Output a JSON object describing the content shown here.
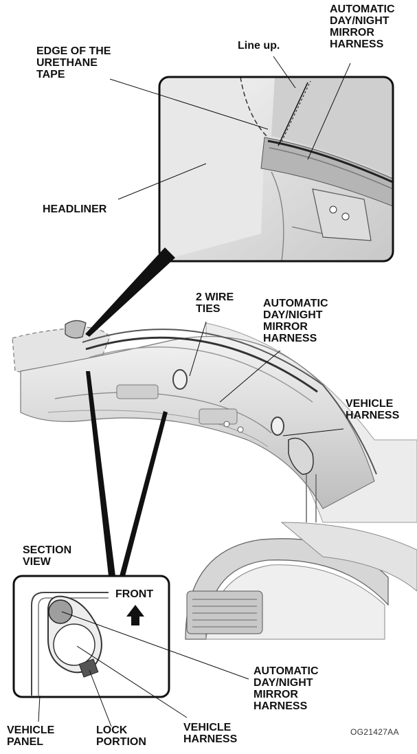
{
  "labels": {
    "top_harness": "AUTOMATIC\nDAY/NIGHT\nMIRROR\nHARNESS",
    "line_up": "Line up.",
    "edge_tape": "EDGE OF THE\nURETHANE\nTAPE",
    "headliner": "HEADLINER",
    "wire_ties": "2 WIRE\nTIES",
    "mid_harness": "AUTOMATIC\nDAY/NIGHT\nMIRROR\nHARNESS",
    "vehicle_harness_right": "VEHICLE\nHARNESS",
    "section_view": "SECTION\nVIEW",
    "front": "FRONT",
    "bottom_harness": "AUTOMATIC\nDAY/NIGHT\nMIRROR\nHARNESS",
    "vehicle_panel": "VEHICLE\nPANEL",
    "lock_portion": "LOCK\nPORTION",
    "vehicle_harness_bottom": "VEHICLE\nHARNESS"
  },
  "figure_code": "OG21427AA"
}
